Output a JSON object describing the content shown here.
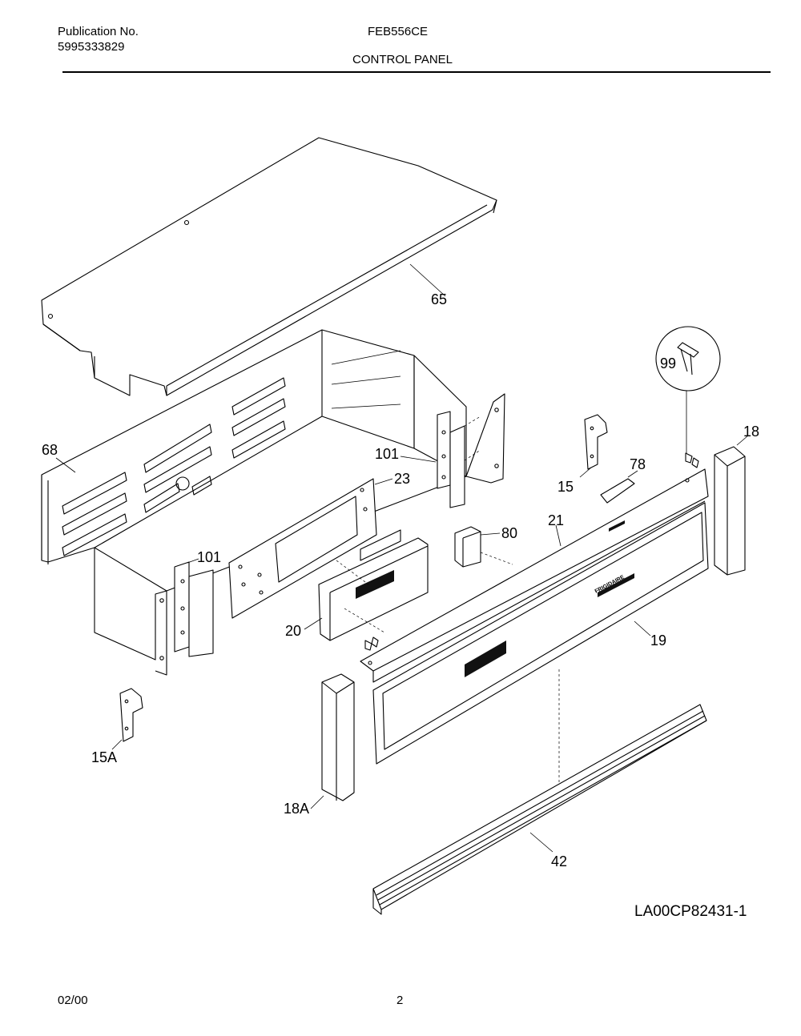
{
  "header": {
    "publication_label": "Publication No.",
    "publication_number": "5995333829",
    "model": "FEB556CE",
    "section_title": "CONTROL PANEL"
  },
  "diagram": {
    "brand_mark": "FRIGIDAIRE",
    "callouts": {
      "c65": "65",
      "c68": "68",
      "c101a": "101",
      "c23": "23",
      "c101b": "101",
      "c20": "20",
      "c80": "80",
      "c21": "21",
      "c15": "15",
      "c78": "78",
      "c99": "99",
      "c18": "18",
      "c19": "19",
      "c15A": "15A",
      "c18A": "18A",
      "c42": "42"
    },
    "drawing_id": "LA00CP82431-1"
  },
  "footer": {
    "date": "02/00",
    "page": "2"
  }
}
